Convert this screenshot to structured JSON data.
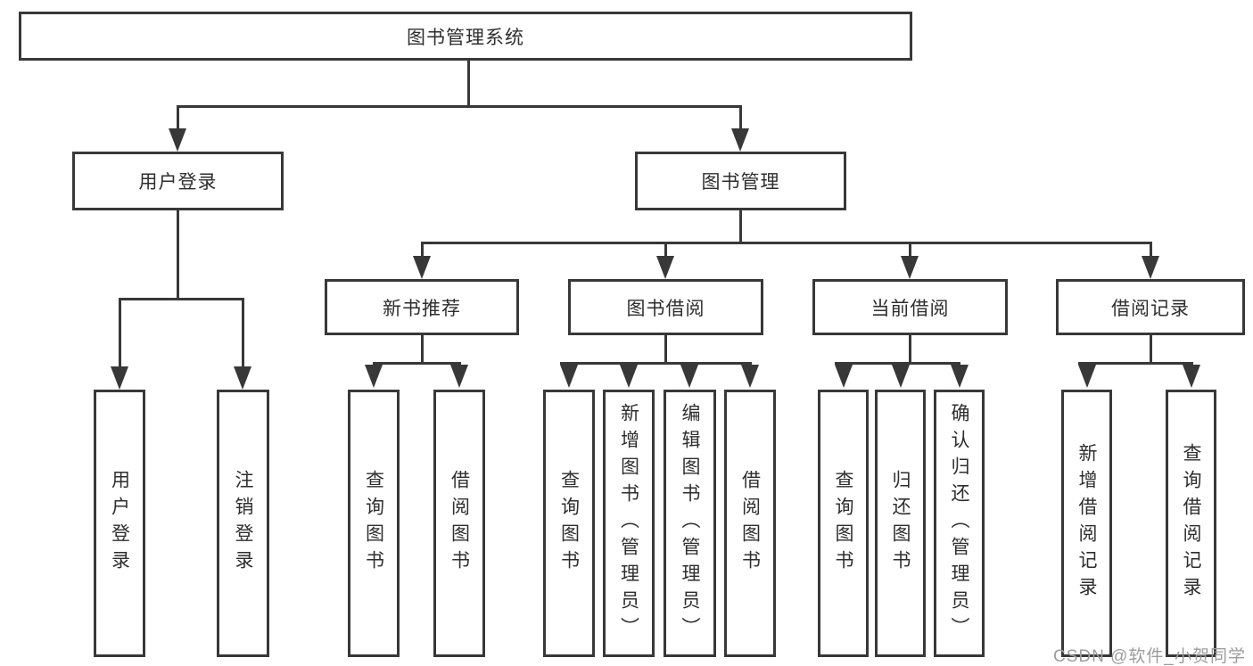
{
  "diagram": {
    "root": "图书管理系统",
    "level1": [
      "用户登录",
      "图书管理"
    ],
    "level2": [
      "新书推荐",
      "图书借阅",
      "当前借阅",
      "借阅记录"
    ],
    "leaves": {
      "user_login": [
        "用户登录",
        "注销登录"
      ],
      "new_book": [
        "查询图书",
        "借阅图书"
      ],
      "book_borrow": [
        "查询图书",
        "新增图书（管理员）",
        "编辑图书（管理员）",
        "借阅图书"
      ],
      "current_borrow": [
        "查询图书",
        "归还图书",
        "确认归还（管理员）"
      ],
      "borrow_record": [
        "新增借阅记录",
        "查询借阅记录"
      ]
    },
    "colors": {
      "line": "#383838",
      "text": "#2e2e2e",
      "background": "#ffffff",
      "watermark": "#9d9d9d"
    }
  },
  "watermark": "CSDN @软件_小贺同学"
}
